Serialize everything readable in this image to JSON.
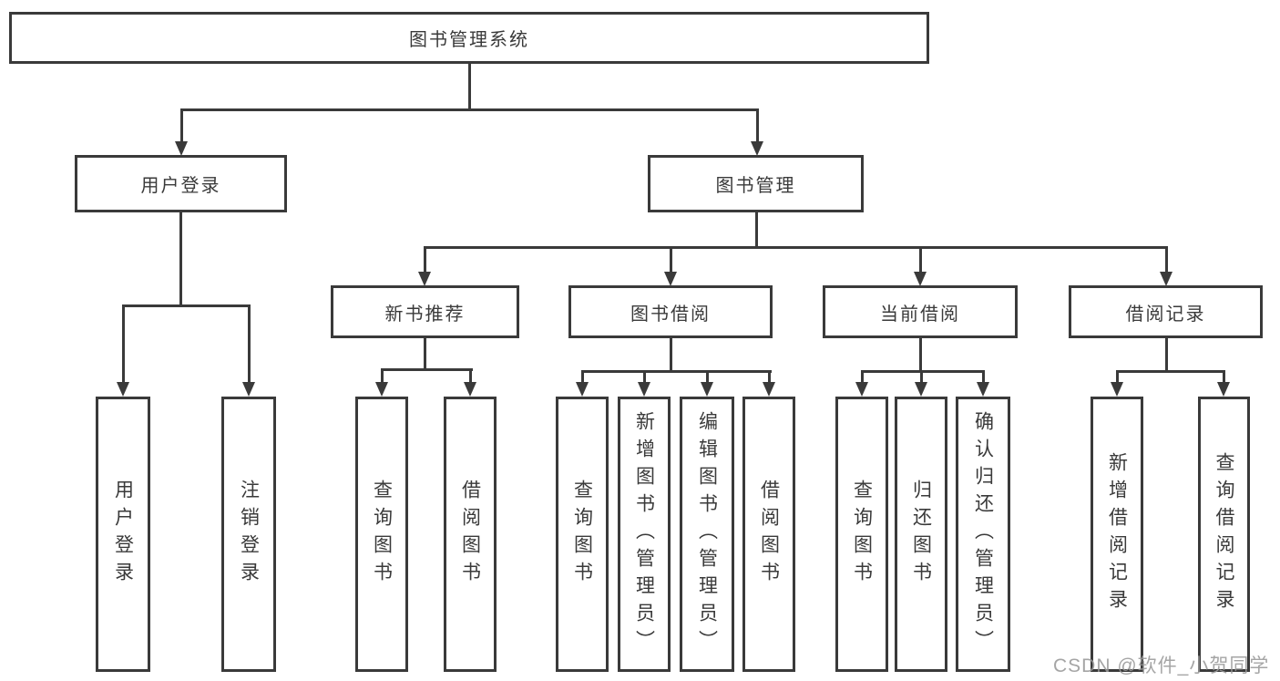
{
  "colors": {
    "line": "#3a3a3a",
    "text": "#3a3a3a",
    "watermark": "#989898",
    "background": "#ffffff"
  },
  "root": {
    "label": "图书管理系统"
  },
  "branches": [
    {
      "label": "用户登录",
      "children": [
        "用户登录",
        "注销登录"
      ]
    },
    {
      "label": "图书管理",
      "sections": [
        {
          "label": "新书推荐",
          "children": [
            "查询图书",
            "借阅图书"
          ]
        },
        {
          "label": "图书借阅",
          "children": [
            "查询图书",
            "新增图书（管理员）",
            "编辑图书（管理员）",
            "借阅图书"
          ]
        },
        {
          "label": "当前借阅",
          "children": [
            "查询图书",
            "归还图书",
            "确认归还（管理员）"
          ]
        },
        {
          "label": "借阅记录",
          "children": [
            "新增借阅记录",
            "查询借阅记录"
          ]
        }
      ]
    }
  ],
  "watermark": "CSDN @软件_小贺同学"
}
